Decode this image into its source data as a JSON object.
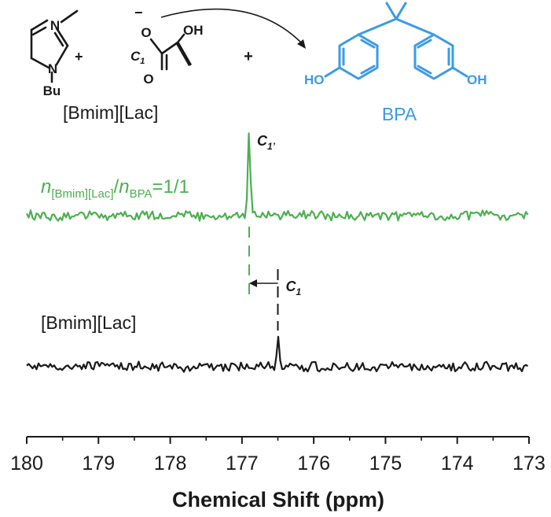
{
  "colors": {
    "black_spectrum": "#1a1a1a",
    "green_spectrum": "#4caf50",
    "bpa_blue": "#3b9be6"
  },
  "scheme": {
    "imidazolium": {
      "substituent": "Bu",
      "charge": "+",
      "nitrogen": "N"
    },
    "lactate": {
      "charge": "−",
      "oxygen": "O",
      "hydroxyl": "OH",
      "carbon_label": "C",
      "carbon_sub": "1"
    },
    "plus_sign": "+",
    "ionic_liquid_label": "[Bmim][Lac]",
    "bpa": {
      "left_group": "HO",
      "right_group": "OH",
      "label": "BPA"
    }
  },
  "chart_data": {
    "type": "line",
    "xlabel": "Chemical Shift (ppm)",
    "xlim": [
      180,
      173
    ],
    "xticks": [
      180,
      179,
      178,
      177,
      176,
      175,
      174,
      173
    ],
    "grid": false,
    "series": [
      {
        "key": "mixture",
        "label_parts": {
          "n": "n",
          "sub1": "[Bmim][Lac]",
          "slash": "/",
          "sub2": "BPA",
          "ratio": "=1/1"
        },
        "color": "#4caf50",
        "peak_ppm": 176.9,
        "peak_label": {
          "c": "C",
          "sub": "1’"
        }
      },
      {
        "key": "neat",
        "name": "[Bmim][Lac]",
        "color": "#1a1a1a",
        "peak_ppm": 176.5,
        "peak_label": {
          "c": "C",
          "sub": "1"
        }
      }
    ],
    "annotation": {
      "from_ppm": 176.5,
      "to_ppm": 176.9
    }
  }
}
